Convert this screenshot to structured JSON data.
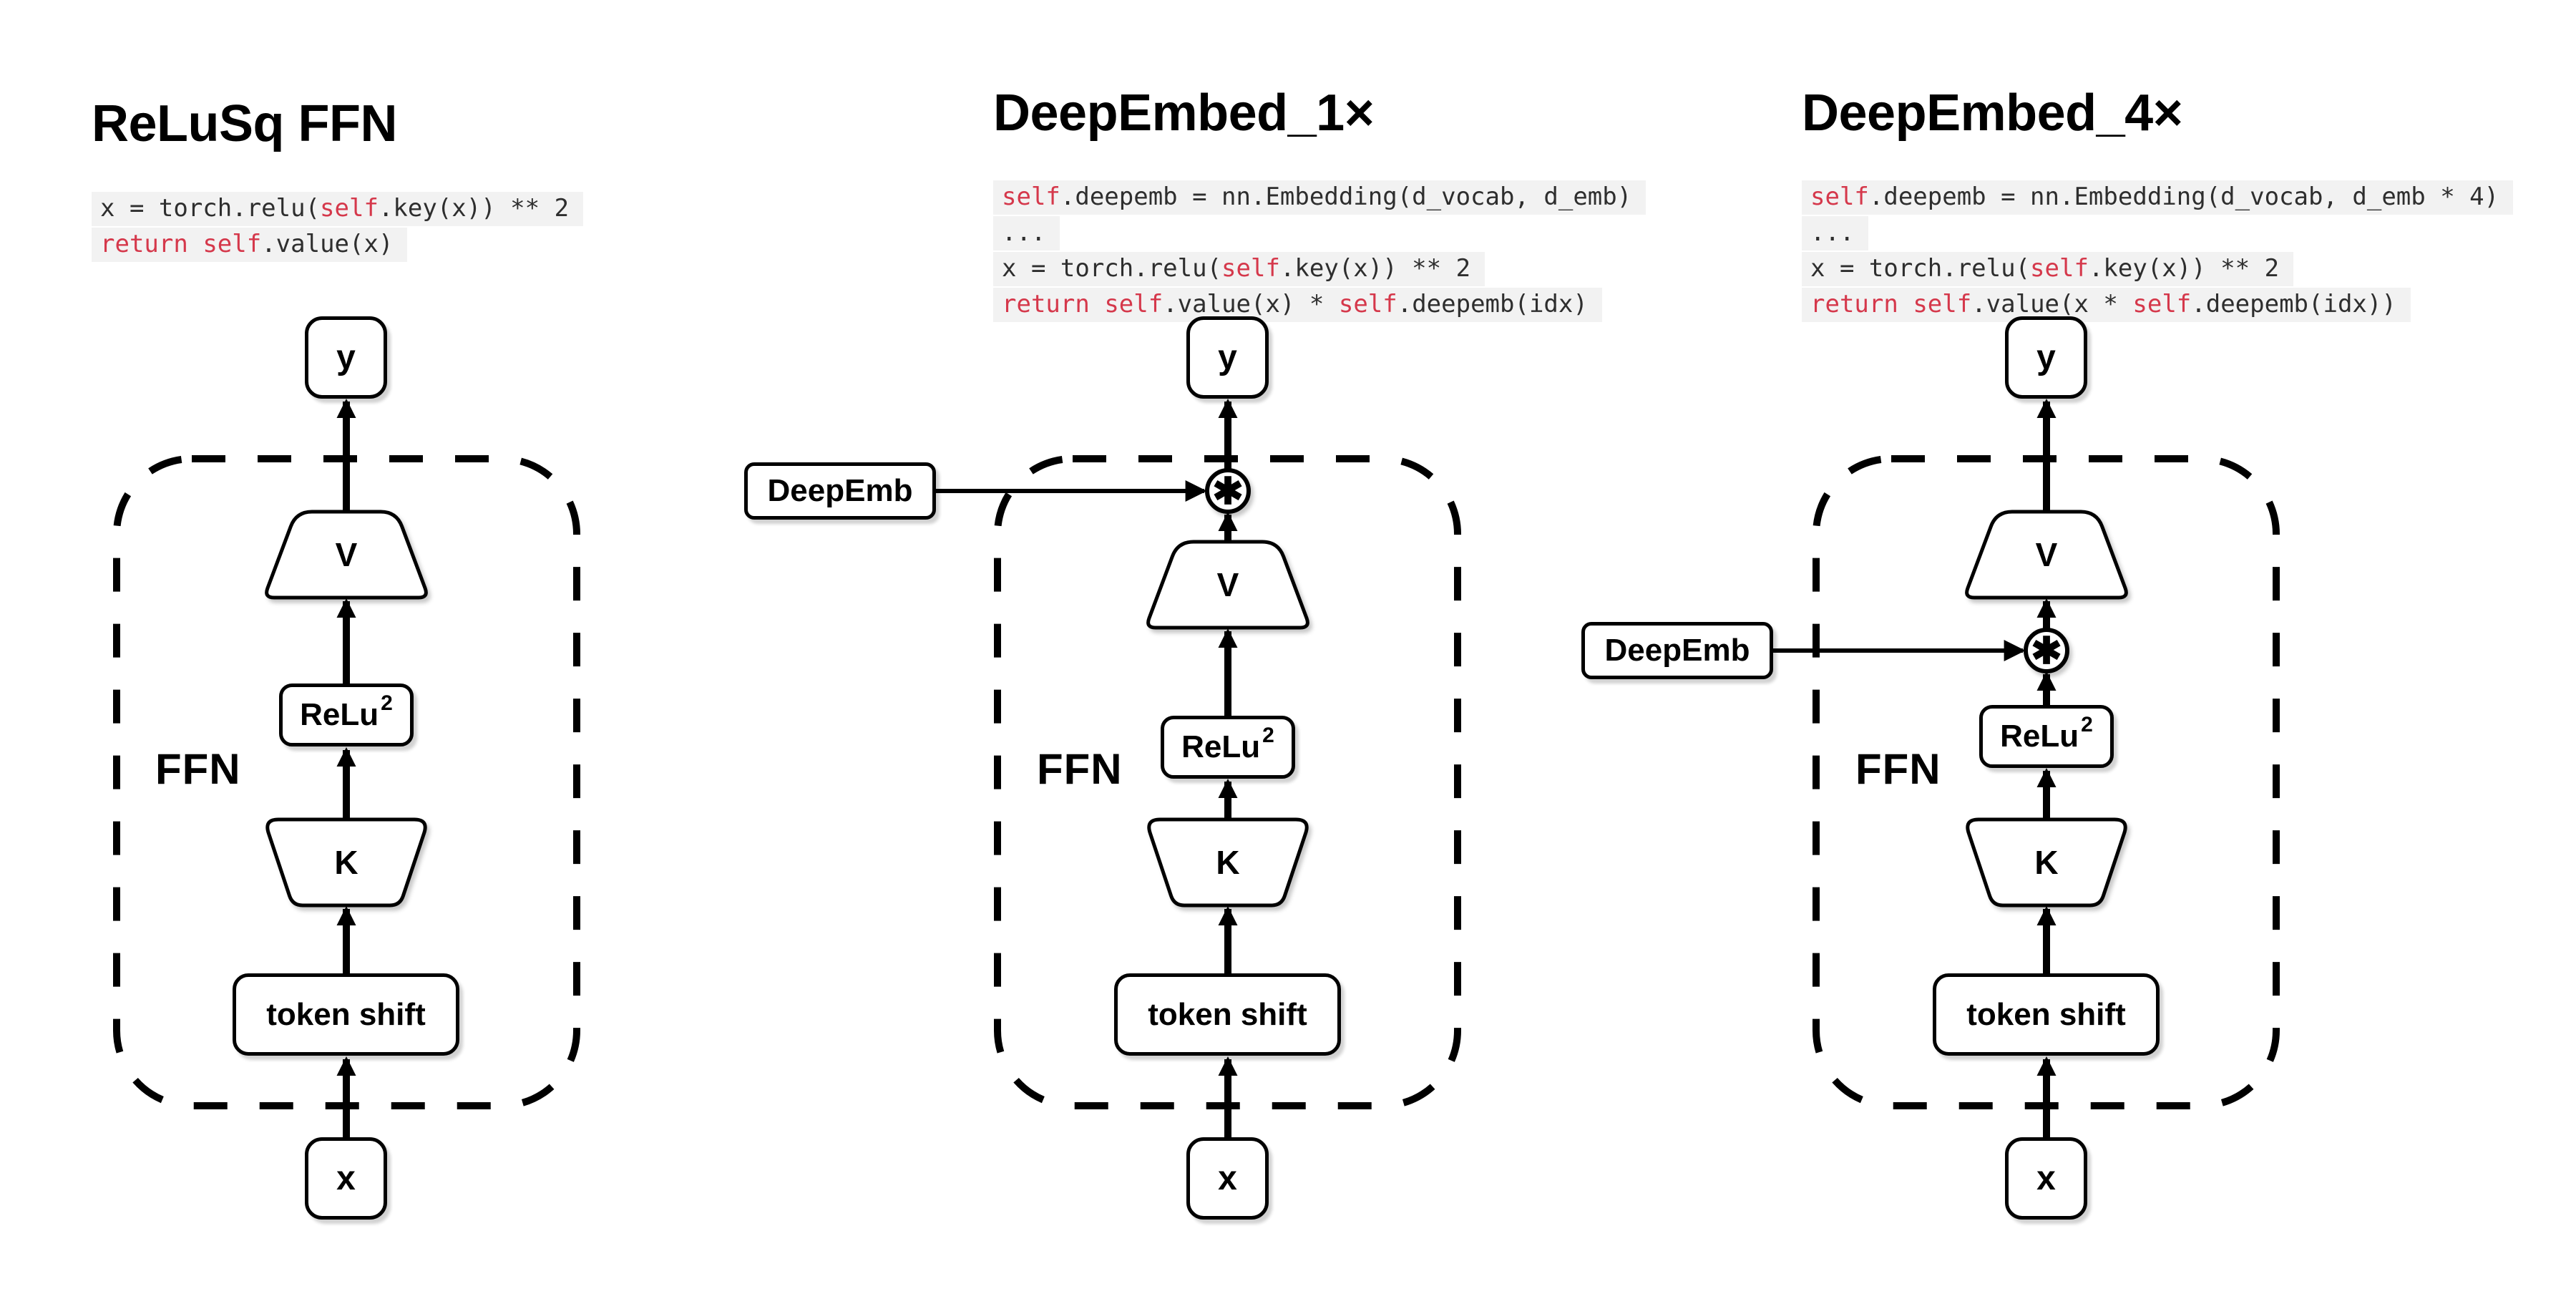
{
  "colors": {
    "keyword_red": "#d5384b",
    "code_text": "#2e2e2e",
    "code_bg": "#f2f2f2",
    "diagram_ink": "#000000",
    "background": "#ffffff"
  },
  "panels": [
    {
      "title": "ReLuSq FFN",
      "code": [
        [
          {
            "t": "x = torch.relu(",
            "c": "pl"
          },
          {
            "t": "self",
            "c": "kw"
          },
          {
            "t": ".key(x)) ** 2",
            "c": "pl"
          }
        ],
        [
          {
            "t": "return",
            "c": "kw"
          },
          {
            "t": " ",
            "c": "pl"
          },
          {
            "t": "self",
            "c": "kw"
          },
          {
            "t": ".value(x)",
            "c": "pl"
          }
        ]
      ],
      "nodes": {
        "output": "y",
        "value": "V",
        "relu_base": "ReLu",
        "relu_sup": "2",
        "key": "K",
        "token_shift": "token shift",
        "input": "x",
        "ffn": "FFN"
      }
    },
    {
      "title": "DeepEmbed_1×",
      "code": [
        [
          {
            "t": "self",
            "c": "kw"
          },
          {
            "t": ".deepemb = nn.Embedding(d_vocab, d_emb)",
            "c": "pl"
          }
        ],
        [
          {
            "t": "...",
            "c": "pl"
          }
        ],
        [
          {
            "t": "x = torch.relu(",
            "c": "pl"
          },
          {
            "t": "self",
            "c": "kw"
          },
          {
            "t": ".key(x)) ** 2",
            "c": "pl"
          }
        ],
        [
          {
            "t": "return",
            "c": "kw"
          },
          {
            "t": " ",
            "c": "pl"
          },
          {
            "t": "self",
            "c": "kw"
          },
          {
            "t": ".value(x) * ",
            "c": "pl"
          },
          {
            "t": "self",
            "c": "kw"
          },
          {
            "t": ".deepemb(idx)",
            "c": "pl"
          }
        ]
      ],
      "nodes": {
        "output": "y",
        "value": "V",
        "relu_base": "ReLu",
        "relu_sup": "2",
        "key": "K",
        "token_shift": "token shift",
        "input": "x",
        "ffn": "FFN",
        "deepemb": "DeepEmb",
        "multiply": "✱"
      }
    },
    {
      "title": "DeepEmbed_4×",
      "code": [
        [
          {
            "t": "self",
            "c": "kw"
          },
          {
            "t": ".deepemb = nn.Embedding(d_vocab, d_emb * 4)",
            "c": "pl"
          }
        ],
        [
          {
            "t": "...",
            "c": "pl"
          }
        ],
        [
          {
            "t": "x = torch.relu(",
            "c": "pl"
          },
          {
            "t": "self",
            "c": "kw"
          },
          {
            "t": ".key(x)) ** 2",
            "c": "pl"
          }
        ],
        [
          {
            "t": "return",
            "c": "kw"
          },
          {
            "t": " ",
            "c": "pl"
          },
          {
            "t": "self",
            "c": "kw"
          },
          {
            "t": ".value(x * ",
            "c": "pl"
          },
          {
            "t": "self",
            "c": "kw"
          },
          {
            "t": ".deepemb(idx))",
            "c": "pl"
          }
        ]
      ],
      "nodes": {
        "output": "y",
        "value": "V",
        "relu_base": "ReLu",
        "relu_sup": "2",
        "key": "K",
        "token_shift": "token shift",
        "input": "x",
        "ffn": "FFN",
        "deepemb": "DeepEmb",
        "multiply": "✱"
      }
    }
  ]
}
